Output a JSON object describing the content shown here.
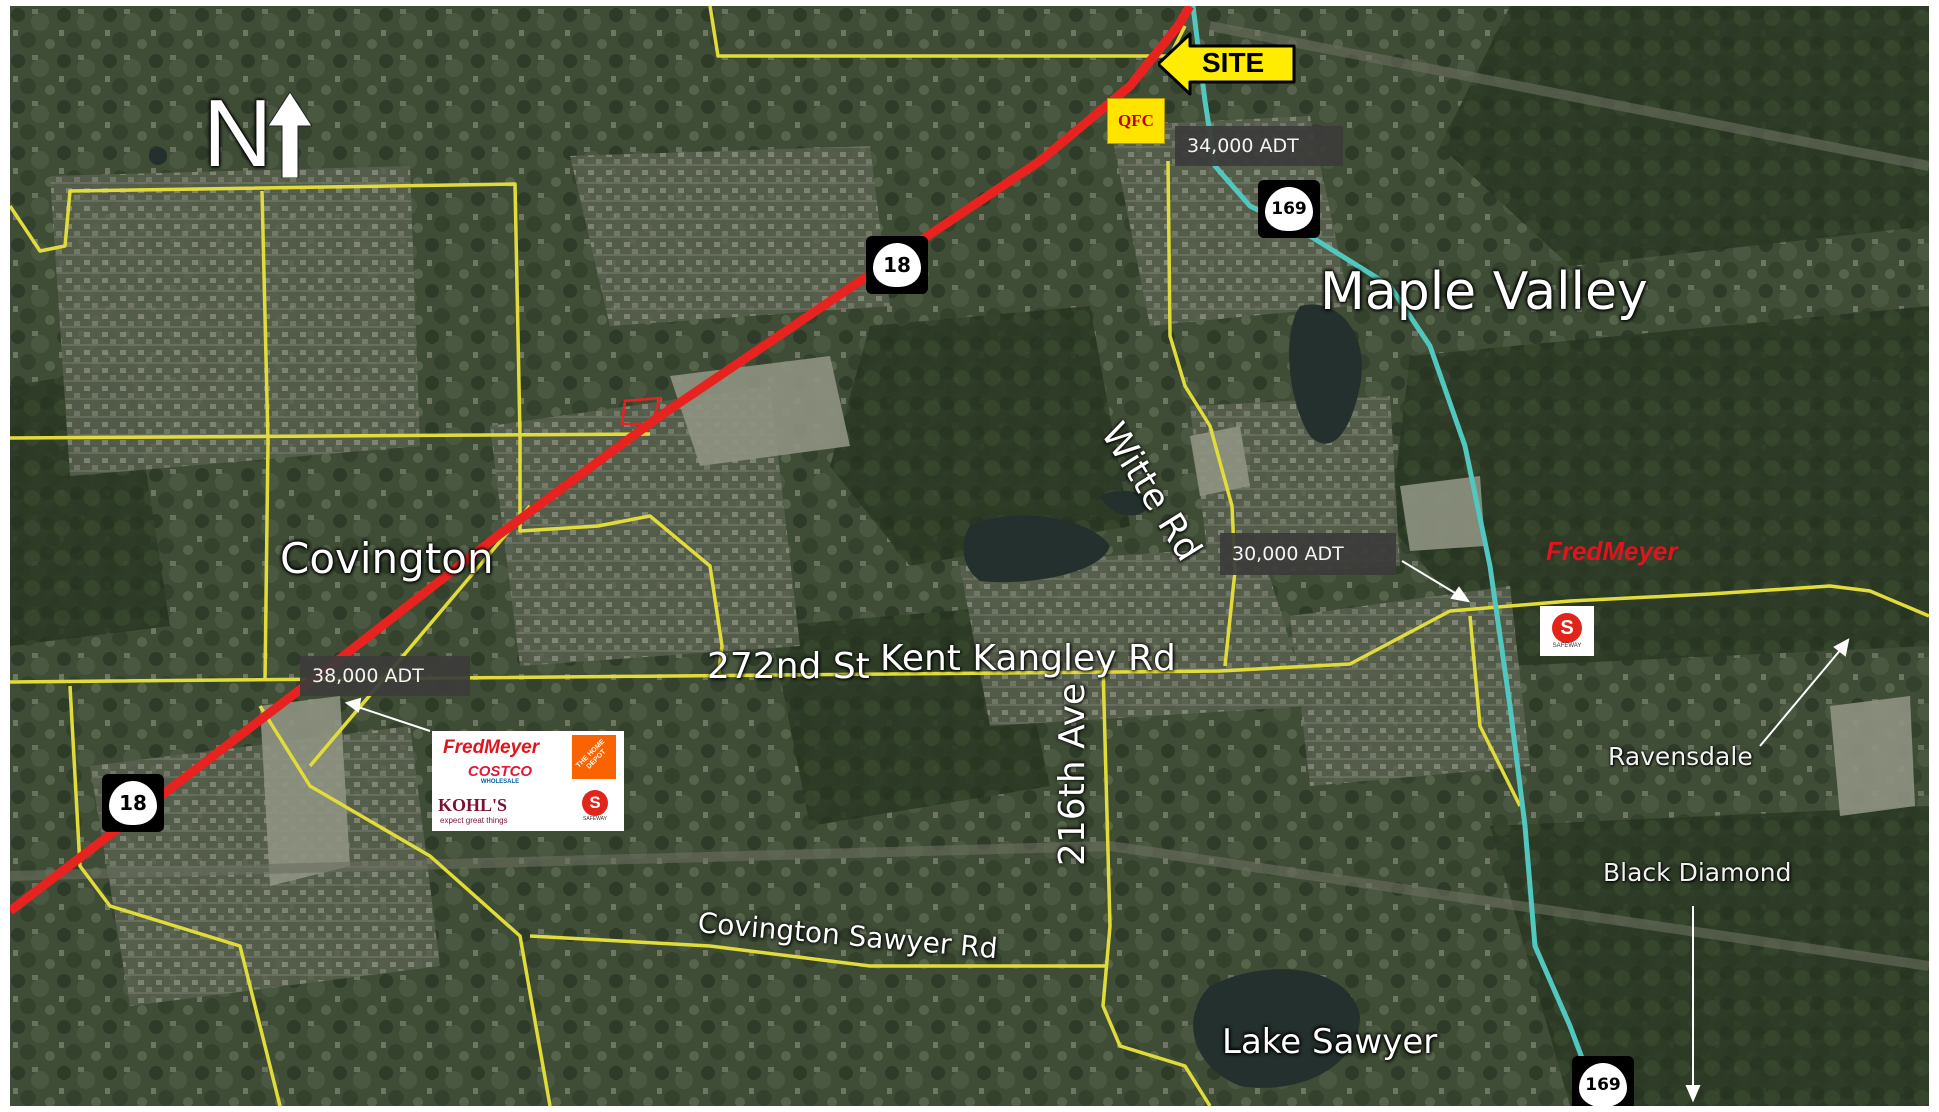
{
  "map": {
    "north_label": "N",
    "site_label": "SITE",
    "places": {
      "maple_valley": "Maple Valley",
      "covington": "Covington",
      "ravensdale": "Ravensdale",
      "black_diamond": "Black Diamond",
      "lake_sawyer": "Lake Sawyer"
    },
    "roads": {
      "witte": "Witte Rd",
      "st272": "272nd St",
      "kent_kangley": "Kent Kangley Rd",
      "ave216": "216th Ave",
      "covington_sawyer": "Covington Sawyer Rd"
    },
    "shields": {
      "sr18_top": "18",
      "sr18_bottom": "18",
      "sr169_top": "169",
      "sr169_bottom": "169"
    },
    "traffic": {
      "t34": "34,000 ADT",
      "t30": "30,000 ADT",
      "t38": "38,000 ADT"
    },
    "retailers": {
      "fredmeyer_east": "FredMeyer",
      "fredmeyer": "FredMeyer",
      "costco": "COSTCO",
      "costco_sub": "WHOLESALE",
      "kohls": "KOHL'S",
      "kohls_sub": "expect great things",
      "home_depot": "THE HOME DEPOT",
      "qfc": "QFC",
      "safeway": "SAFEWAY"
    },
    "colors": {
      "highway18": "#e8231f",
      "highway169": "#52c7c0",
      "local_roads": "#e2dc3a",
      "site_arrow": "#ffec00"
    }
  }
}
